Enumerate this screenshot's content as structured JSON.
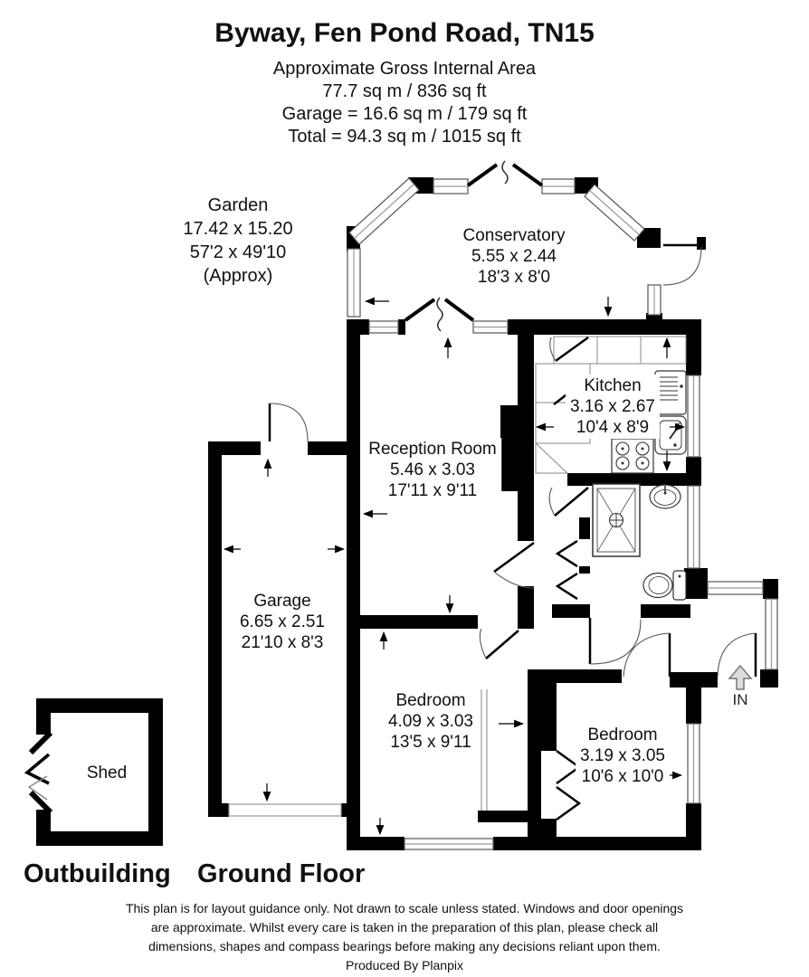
{
  "header": {
    "title": "Byway, Fen Pond Road, TN15",
    "subtitle": "Approximate Gross Internal Area",
    "area_total_internal": "77.7 sq m / 836 sq ft",
    "area_garage": "Garage = 16.6 sq m / 179 sq ft",
    "area_total": "Total = 94.3 sq m / 1015 sq ft"
  },
  "garden": {
    "name": "Garden",
    "metric": "17.42 x 15.20",
    "imperial": "57'2 x 49'10",
    "note": "(Approx)"
  },
  "rooms": [
    {
      "id": "conservatory",
      "name": "Conservatory",
      "metric": "5.55 x 2.44",
      "imperial": "18'3 x 8'0"
    },
    {
      "id": "kitchen",
      "name": "Kitchen",
      "metric": "3.16 x 2.67",
      "imperial": "10'4 x 8'9"
    },
    {
      "id": "reception",
      "name": "Reception Room",
      "metric": "5.46 x 3.03",
      "imperial": "17'11 x 9'11"
    },
    {
      "id": "garage",
      "name": "Garage",
      "metric": "6.65 x 2.51",
      "imperial": "21'10 x 8'3"
    },
    {
      "id": "bedroom-1",
      "name": "Bedroom",
      "metric": "4.09 x 3.03",
      "imperial": "13'5 x 9'11"
    },
    {
      "id": "bedroom-2",
      "name": "Bedroom",
      "metric": "3.19 x 3.05",
      "imperial": "10'6 x 10'0"
    },
    {
      "id": "shed",
      "name": "Shed"
    }
  ],
  "labels": {
    "entrance": "IN",
    "outbuilding": "Outbuilding",
    "floor": "Ground Floor"
  },
  "footer": {
    "disclaimer_line1": "This plan is for layout guidance only. Not drawn to scale unless stated. Windows and door openings",
    "disclaimer_line2": "are approximate. Whilst every care is taken in the preparation of this plan, please check all",
    "disclaimer_line3": "dimensions, shapes and compass bearings before making any decisions reliant upon them.",
    "disclaimer_line4": "Produced By Planpix"
  },
  "colors": {
    "wall": "#000000",
    "background": "#ffffff",
    "window_line": "#555555",
    "door_arc": "#555555",
    "entry_arrow_fill": "#dddddd"
  }
}
